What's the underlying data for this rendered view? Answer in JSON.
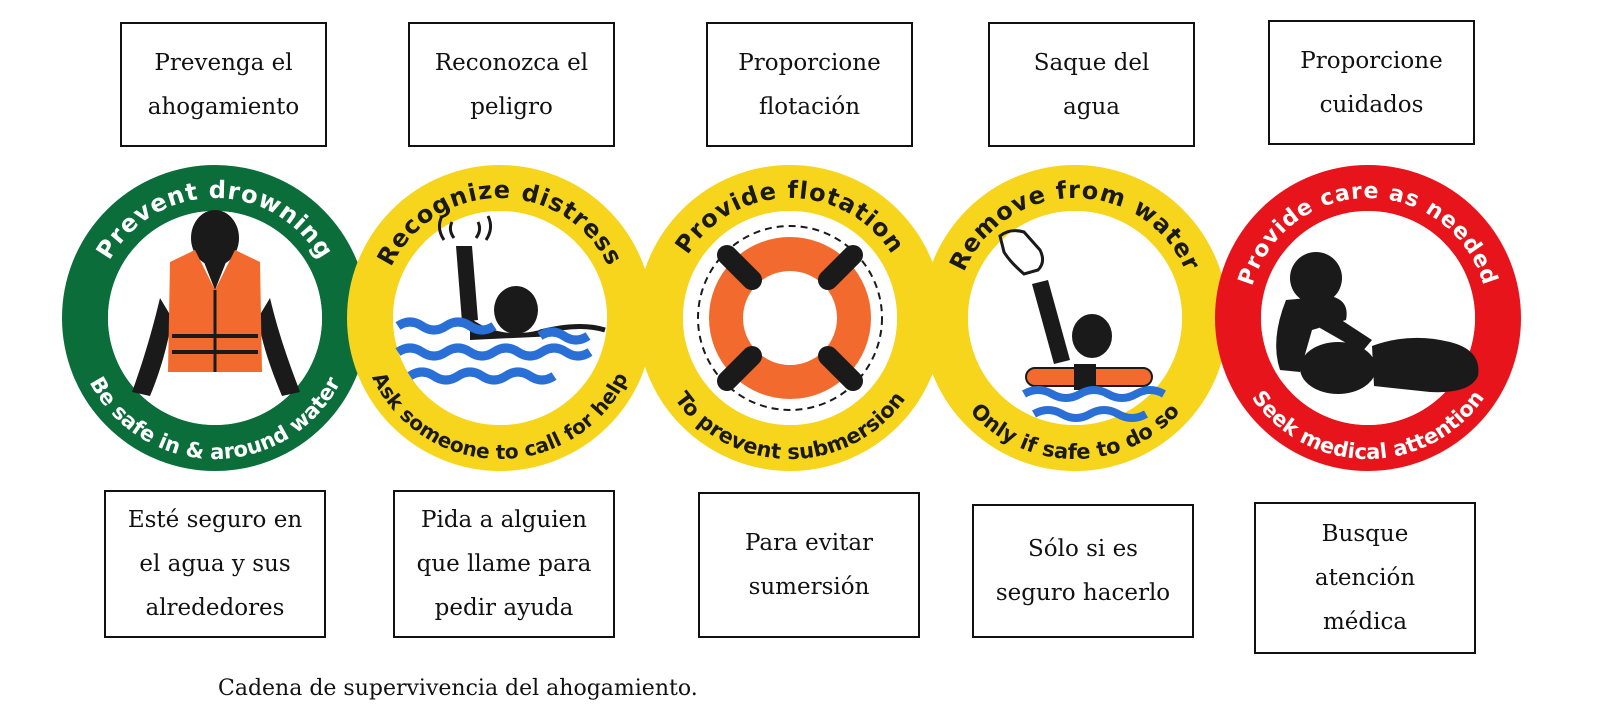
{
  "top_labels": [
    "Prevenga el\nahogamiento",
    "Reconozca el\npeligro",
    "Proporcione\nflotación",
    "Saque del\nagua",
    "Proporcione\ncuidados"
  ],
  "bottom_labels": [
    "Esté seguro en\nel agua  y sus\nalrededores",
    "Pida a alguien\nque llame para\npedir ayuda",
    "Para evitar\nsumersión",
    "Sólo si es\nseguro hacerlo",
    "Busque\natención\nmédica"
  ],
  "rings": [
    {
      "top_text": "Prevent drowning",
      "bottom_text": "Be safe in & around water",
      "color": "#0b6e3a",
      "text_color": "#ffffff",
      "icon": "life-jacket-icon"
    },
    {
      "top_text": "Recognize distress",
      "bottom_text": "Ask someone to call for help",
      "color": "#f7d51d",
      "text_color": "#1a1a1a",
      "icon": "waving-swimmer-icon"
    },
    {
      "top_text": "Provide flotation",
      "bottom_text": "To prevent submersion",
      "color": "#f7d51d",
      "text_color": "#1a1a1a",
      "icon": "life-ring-icon"
    },
    {
      "top_text": "Remove from water",
      "bottom_text": "Only if safe to do so",
      "color": "#f7d51d",
      "text_color": "#1a1a1a",
      "icon": "rescue-reach-icon"
    },
    {
      "top_text": "Provide care as needed",
      "bottom_text": "Seek medical attention",
      "color": "#e8141b",
      "text_color": "#ffffff",
      "icon": "cpr-icon"
    }
  ],
  "caption": "Cadena de supervivencia del ahogamiento."
}
